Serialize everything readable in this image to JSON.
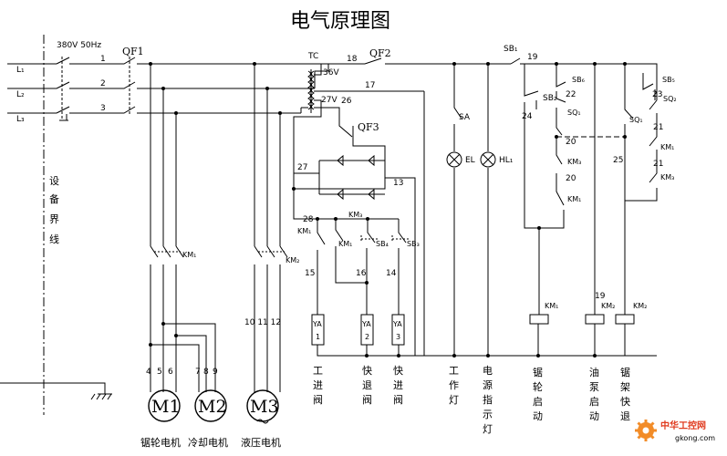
{
  "title": "电气原理图",
  "power": {
    "supply": "380V 50Hz",
    "phases": [
      "L₁",
      "L₂",
      "L₃"
    ],
    "breaker": "QF1",
    "wires": [
      "1",
      "2",
      "3"
    ]
  },
  "boundary_label": [
    "设",
    "备",
    "界",
    "线"
  ],
  "transformer": {
    "name": "TC",
    "v1": "36V",
    "v2": "27V"
  },
  "control": {
    "qf2": "QF2",
    "qf3": "QF3",
    "wires": {
      "w18": "18",
      "w17": "17",
      "w26": "26",
      "w27": "27",
      "w13": "13",
      "w28": "28",
      "w15": "15",
      "w16": "16",
      "w14": "14",
      "w19": "19",
      "w22": "22",
      "w24": "24",
      "w20a": "20",
      "w20b": "20",
      "w23": "23",
      "w21a": "21",
      "w21b": "21",
      "w25": "25",
      "w19b": "19"
    },
    "sa": "SA",
    "el": "EL",
    "hl": "HL₁",
    "contacts": {
      "sb1": "SB₁",
      "sb2": "SB₂",
      "sb4": "SB₄",
      "sb3": "SB₃",
      "sb5": "SB₅",
      "sb6": "SB₆",
      "km1a": "KM₁",
      "km2a": "KM₂",
      "km3a": "KM₃",
      "km1b": "KM₁",
      "km3b": "KM₃",
      "km1c": "KM₁",
      "km3c": "KM₃",
      "km2m": "KM₂",
      "km1c2": "KM₁",
      "km2c": "KM₂",
      "sq1": "SQ₁",
      "sq1b": "SQ₁",
      "sq2": "SQ₂"
    },
    "coils": {
      "ya1": [
        "YA",
        "1"
      ],
      "ya2": [
        "YA",
        "2"
      ],
      "ya3": [
        "YA",
        "3"
      ]
    }
  },
  "main_circuit": {
    "km1": "KM₁",
    "km2": "KM₂",
    "terminals_a": [
      "4",
      "5",
      "6"
    ],
    "terminals_b": [
      "7",
      "8",
      "9"
    ],
    "terminals_c": "10 11 12"
  },
  "motors": [
    {
      "symbol": "M1",
      "label": "锯轮电机"
    },
    {
      "symbol": "M2",
      "label": "冷却电机"
    },
    {
      "symbol": "M3",
      "label": "液压电机"
    }
  ],
  "branch_labels": [
    [
      "工",
      "进",
      "阀"
    ],
    [
      "快",
      "退",
      "阀"
    ],
    [
      "快",
      "进",
      "阀"
    ],
    [
      "工",
      "作",
      "灯"
    ],
    [
      "电",
      "源",
      "指",
      "示",
      "灯"
    ],
    [
      "锯",
      "轮",
      "启",
      "动"
    ],
    [
      "油",
      "泵",
      "启",
      "动"
    ],
    [
      "锯",
      "架",
      "快",
      "退"
    ]
  ],
  "watermark": {
    "text": "中华工控网",
    "url": "gkong.com"
  }
}
